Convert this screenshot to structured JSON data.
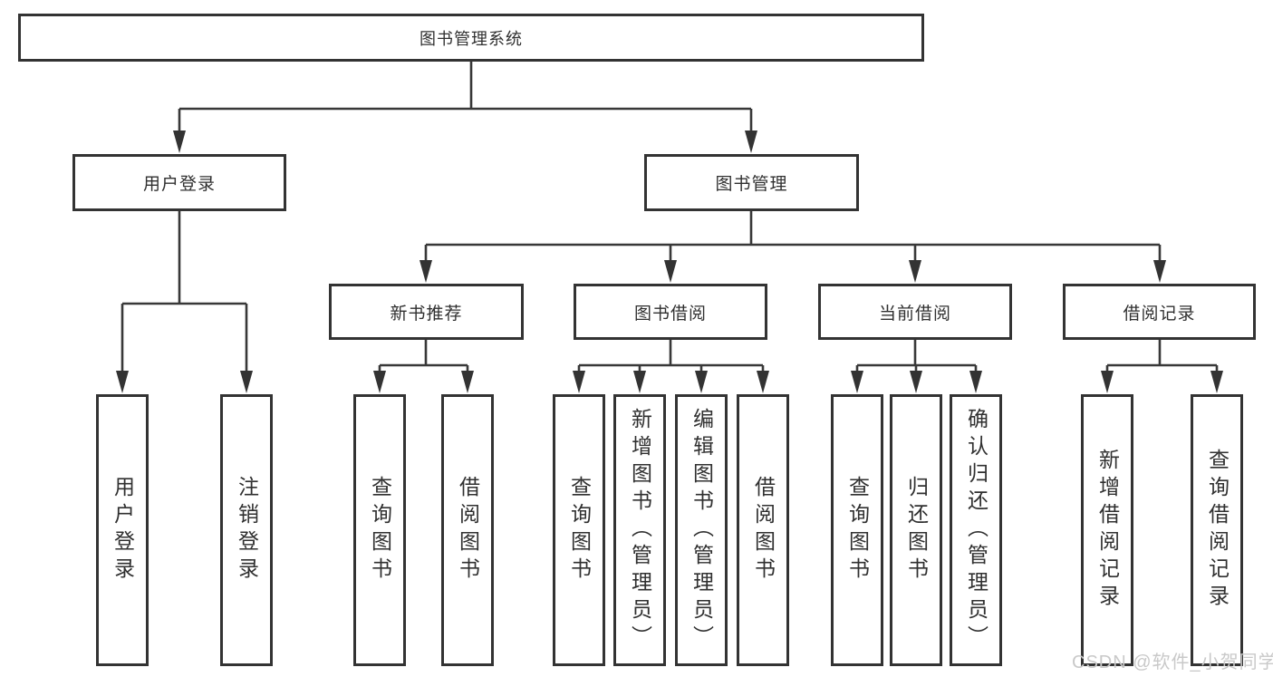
{
  "diagram": {
    "type": "tree",
    "root": {
      "label": "图书管理系统"
    },
    "branches": [
      {
        "label": "用户登录",
        "children": [
          {
            "label": "用户登录"
          },
          {
            "label": "注销登录"
          }
        ]
      },
      {
        "label": "图书管理",
        "sections": [
          {
            "label": "新书推荐",
            "children": [
              {
                "label": "查询图书"
              },
              {
                "label": "借阅图书"
              }
            ]
          },
          {
            "label": "图书借阅",
            "children": [
              {
                "label": "查询图书"
              },
              {
                "label": "新增图书（管理员）"
              },
              {
                "label": "编辑图书（管理员）"
              },
              {
                "label": "借阅图书"
              }
            ]
          },
          {
            "label": "当前借阅",
            "children": [
              {
                "label": "查询图书"
              },
              {
                "label": "归还图书"
              },
              {
                "label": "确认归还（管理员）"
              }
            ]
          },
          {
            "label": "借阅记录",
            "children": [
              {
                "label": "新增借阅记录"
              },
              {
                "label": "查询借阅记录"
              }
            ]
          }
        ]
      }
    ]
  },
  "watermark": {
    "text": "CSDN @软件_小贺同学"
  },
  "colors": {
    "line": "#383838",
    "border": "#333333",
    "text": "#303030",
    "watermark": "#c9c9c9",
    "background": "#ffffff"
  }
}
